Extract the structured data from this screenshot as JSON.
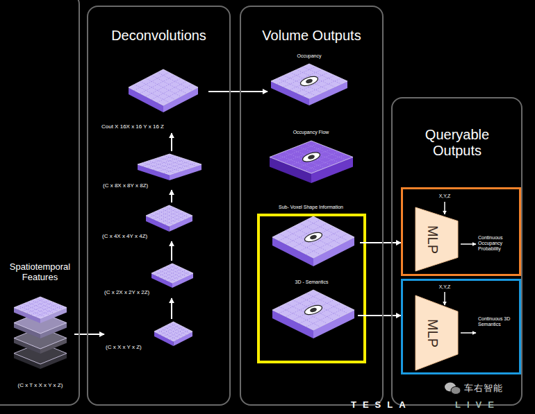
{
  "diagram": {
    "nodes": [
      {
        "text": [
          "Spatiotemporal Features"
        ]
      },
      {
        "text": [
          "(C x T x X x Y x Z)"
        ],
        "in": 0
      },
      {
        "text": [
          "Deconvolutions"
        ]
      },
      {
        "text": [
          "Cout X 16X x 16 Y x 16 Z"
        ],
        "in": 2
      },
      {
        "text": [
          "(C x 8X x 8Y x 8Z)"
        ],
        "in": 2
      },
      {
        "text": [
          "(C x 4X x 4Y x 4Z)"
        ],
        "in": 2
      },
      {
        "text": [
          "(C x 2X x 2Y x 2Z)"
        ],
        "in": 2
      },
      {
        "text": [
          "(C x X x Y x Z)"
        ],
        "in": 2
      },
      {
        "text": [
          "Volume Outputs"
        ]
      },
      {
        "text": [
          "Occupancy"
        ],
        "in": 8
      },
      {
        "text": [
          "Occupancy Flow"
        ],
        "in": 8
      },
      {
        "text": [
          "Sub- Voxel Shape Information"
        ],
        "in": 8
      },
      {
        "text": [
          "3D - Semantics"
        ],
        "in": 8
      },
      {
        "text": [
          "Queryable Outputs"
        ]
      },
      {
        "text": [
          "X,Y,Z",
          "Continuous Occupancy Probability"
        ],
        "in": 13
      },
      {
        "text": [
          "MLP"
        ],
        "in": 14
      },
      {
        "text": [
          "X,Y,Z",
          "Continuous 3D Semantics"
        ],
        "in": 13
      },
      {
        "text": [
          "MLP"
        ],
        "in": 16
      }
    ],
    "edges": [
      {
        "from": 1,
        "to": 7,
        "arrow": "to"
      },
      {
        "from": 7,
        "to": 6,
        "arrow": "to"
      },
      {
        "from": 6,
        "to": 5,
        "arrow": "to"
      },
      {
        "from": 5,
        "to": 4,
        "arrow": "to"
      },
      {
        "from": 4,
        "to": 3,
        "arrow": "to"
      },
      {
        "from": 3,
        "to": 9,
        "arrow": "to"
      },
      {
        "from": 11,
        "to": 14,
        "arrow": "to"
      },
      {
        "from": 12,
        "to": 16,
        "arrow": "to"
      }
    ],
    "labels": [
      "车右智能",
      "TESLA",
      "LIVE"
    ]
  }
}
